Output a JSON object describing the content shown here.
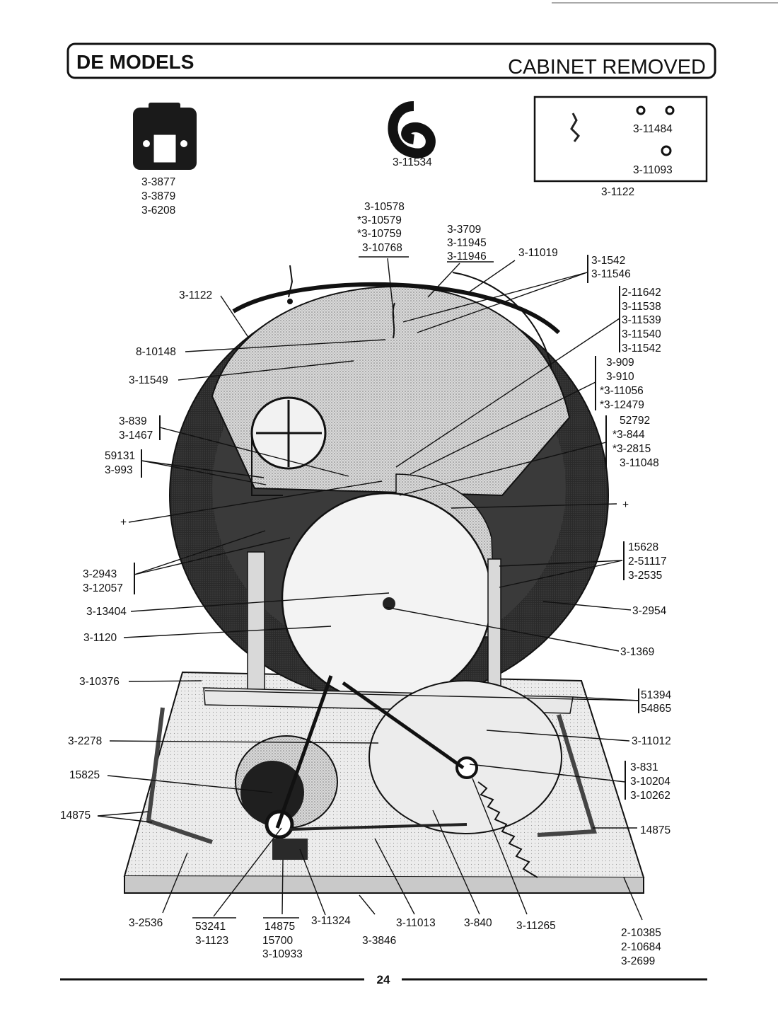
{
  "title_left": "DE MODELS",
  "title_right": "CABINET REMOVED",
  "page_number": "24",
  "inset_labels": {
    "control": [
      "3-3877",
      "3-3879",
      "3-6208"
    ],
    "belt": "3-11534",
    "kit_a": "3-11484",
    "kit_b": "3-11093",
    "kit_box": "3-1122"
  },
  "callouts": {
    "g_top": [
      "3-10578",
      "*3-10579",
      "*3-10759",
      "3-10768"
    ],
    "g_3709": [
      "3-3709",
      "3-11945",
      "3-11946"
    ],
    "c_11019": "3-11019",
    "g_1542": [
      "3-1542",
      "3-11546"
    ],
    "g_11642": [
      "2-11642",
      "3-11538",
      "3-11539",
      "3-11540",
      "3-11542"
    ],
    "g_909": [
      "3-909",
      "3-910",
      "*3-11056",
      "*3-12479"
    ],
    "g_52792": [
      "52792",
      "*3-844",
      "*3-2815",
      "3-11048"
    ],
    "c_1122": "3-1122",
    "c_10148": "8-10148",
    "c_11549": "3-11549",
    "g_839": [
      "3-839",
      "3-1467"
    ],
    "g_59131": [
      "59131",
      "3-993"
    ],
    "plus_left": "+",
    "plus_right": "+",
    "g_15628": [
      "15628",
      "2-51117",
      "3-2535"
    ],
    "g_2943": [
      "3-2943",
      "3-12057"
    ],
    "c_13404": "3-13404",
    "c_2954": "3-2954",
    "c_1120": "3-1120",
    "c_1369": "3-1369",
    "c_10376": "3-10376",
    "g_51394": [
      "51394",
      "54865"
    ],
    "c_2278": "3-2278",
    "c_11012": "3-11012",
    "g_831": [
      "3-831",
      "3-10204",
      "3-10262"
    ],
    "c_15825": "15825",
    "c_14875_l": "14875",
    "c_14875_r": "14875",
    "c_2536": "3-2536",
    "g_53241": [
      "53241",
      "3-1123"
    ],
    "g_14875b": [
      "14875",
      "15700",
      "3-10933"
    ],
    "c_11324": "3-11324",
    "c_3846": "3-3846",
    "c_11013": "3-11013",
    "c_840": "3-840",
    "c_11265": "3-11265",
    "g_10385": [
      "2-10385",
      "2-10684",
      "3-2699"
    ]
  }
}
